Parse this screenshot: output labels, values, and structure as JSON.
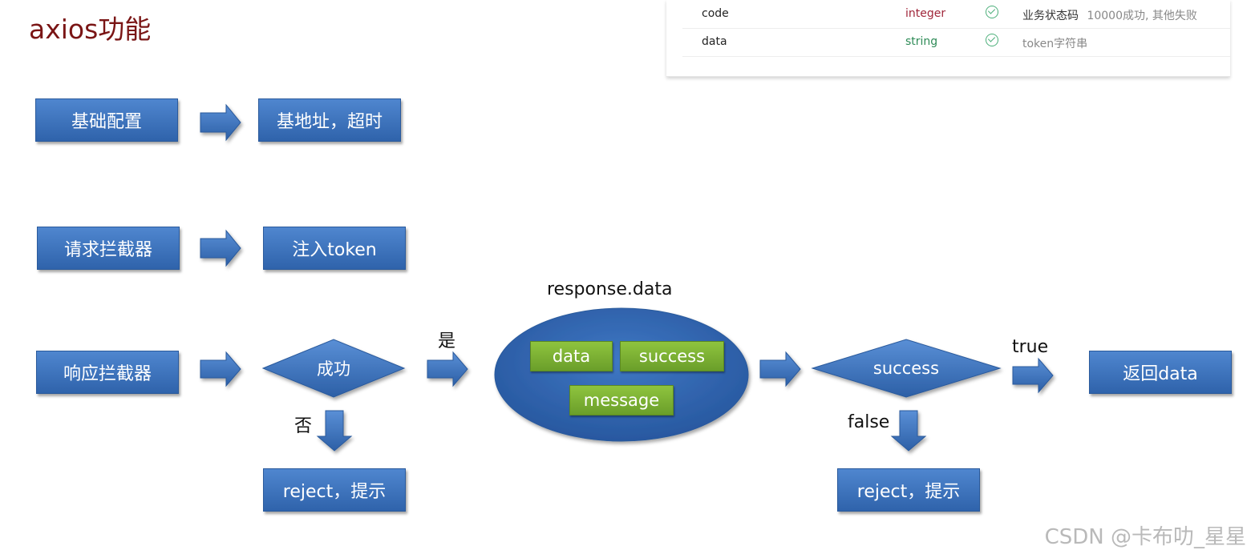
{
  "title": "axios功能",
  "api_table": {
    "rows": [
      {
        "name": "code",
        "type": "integer",
        "required": true,
        "desc_main": "业务状态码",
        "desc_extra": "10000成功, 其他失败"
      },
      {
        "name": "data",
        "type": "string",
        "required": true,
        "desc_main": "",
        "desc_extra": "token字符串"
      }
    ]
  },
  "flow": {
    "row1": {
      "left": "基础配置",
      "right": "基地址，超时"
    },
    "row2": {
      "left": "请求拦截器",
      "right": "注入token"
    },
    "row3": {
      "start": "响应拦截器",
      "decision1": "成功",
      "yes_label": "是",
      "no_label": "否",
      "reject1": "reject，提示",
      "response_title": "response.data",
      "fields": [
        "data",
        "success",
        "message"
      ],
      "decision2": "success",
      "true_label": "true",
      "false_label": "false",
      "reject2": "reject，提示",
      "result": "返回data"
    }
  },
  "colors": {
    "box_blue": "#3b71bd",
    "field_green": "#7db335",
    "title": "#7a1515"
  },
  "watermark": "CSDN @卡布叻_星星"
}
